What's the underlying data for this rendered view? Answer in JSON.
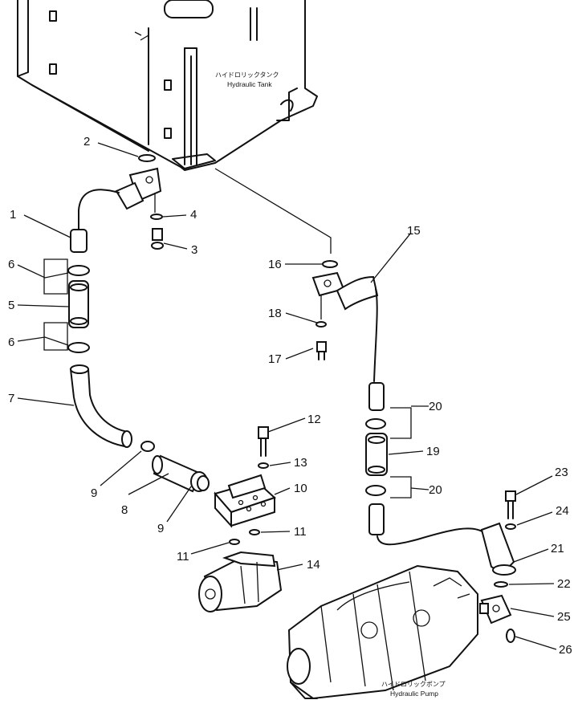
{
  "captions": {
    "tank_jp": "ハイドロリックタンク",
    "tank_en": "Hydraulic Tank",
    "pump_jp": "ハイドロリックポンプ",
    "pump_en": "Hydraulic Pump"
  },
  "callouts": {
    "n1": "1",
    "n2": "2",
    "n3": "3",
    "n4": "4",
    "n5": "5",
    "n6a": "6",
    "n6b": "6",
    "n7": "7",
    "n8": "8",
    "n9a": "9",
    "n9b": "9",
    "n10": "10",
    "n11a": "11",
    "n11b": "11",
    "n12": "12",
    "n13": "13",
    "n14": "14",
    "n15": "15",
    "n16": "16",
    "n17": "17",
    "n18": "18",
    "n19": "19",
    "n20a": "20",
    "n20b": "20",
    "n21": "21",
    "n22": "22",
    "n23": "23",
    "n24": "24",
    "n25": "25",
    "n26": "26"
  }
}
